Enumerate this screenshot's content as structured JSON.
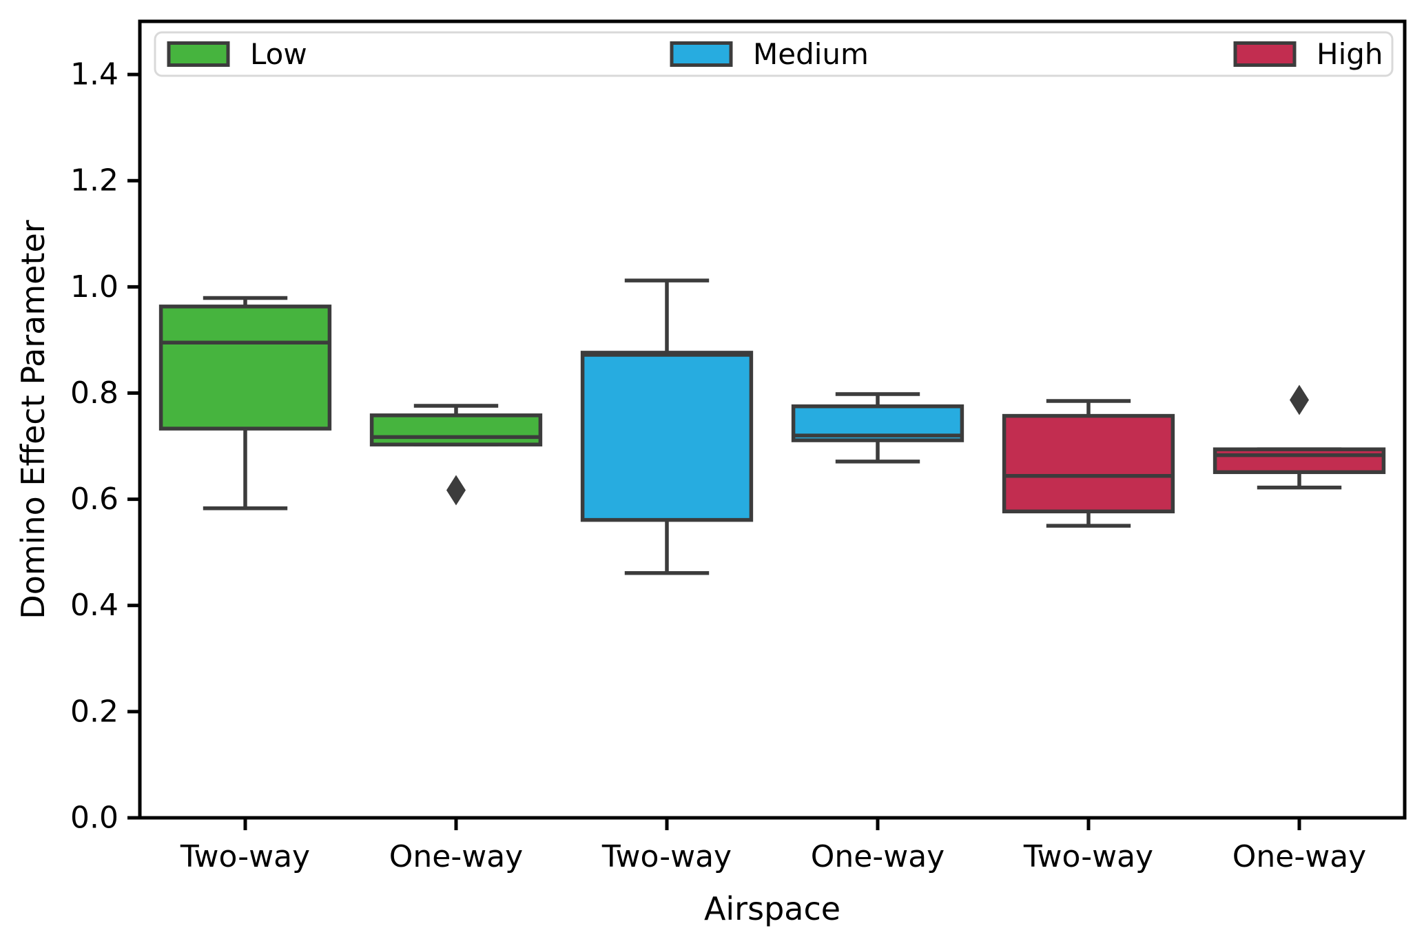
{
  "chart_data": {
    "type": "box",
    "title": "",
    "xlabel": "Airspace",
    "ylabel": "Domino Effect Parameter",
    "ylim": [
      0,
      1.5
    ],
    "yticks": [
      0.0,
      0.2,
      0.4,
      0.6,
      0.8,
      1.0,
      1.2,
      1.4
    ],
    "ytick_labels": [
      "0.0",
      "0.2",
      "0.4",
      "0.6",
      "0.8",
      "1.0",
      "1.2",
      "1.4"
    ],
    "categories": [
      "Two-way",
      "One-way",
      "Two-way",
      "One-way",
      "Two-way",
      "One-way"
    ],
    "grid": false,
    "legend": {
      "position": "top-inside-full-width",
      "entries": [
        {
          "label": "Low",
          "color": "#46b43e"
        },
        {
          "label": "Medium",
          "color": "#27ace0"
        },
        {
          "label": "High",
          "color": "#c22d50"
        }
      ]
    },
    "boxes": [
      {
        "category": "Two-way",
        "group": "Low",
        "color": "#46b43e",
        "whisker_low": 0.583,
        "q1": 0.733,
        "median": 0.895,
        "q3": 0.963,
        "whisker_high": 0.979,
        "outliers": []
      },
      {
        "category": "One-way",
        "group": "Low",
        "color": "#46b43e",
        "whisker_low": 0.703,
        "q1": 0.703,
        "median": 0.717,
        "q3": 0.758,
        "whisker_high": 0.776,
        "outliers": [
          0.617
        ]
      },
      {
        "category": "Two-way",
        "group": "Medium",
        "color": "#27ace0",
        "whisker_low": 0.461,
        "q1": 0.561,
        "median": 0.872,
        "q3": 0.876,
        "whisker_high": 1.012,
        "outliers": []
      },
      {
        "category": "One-way",
        "group": "Medium",
        "color": "#27ace0",
        "whisker_low": 0.671,
        "q1": 0.711,
        "median": 0.72,
        "q3": 0.775,
        "whisker_high": 0.798,
        "outliers": []
      },
      {
        "category": "Two-way",
        "group": "High",
        "color": "#c22d50",
        "whisker_low": 0.55,
        "q1": 0.577,
        "median": 0.644,
        "q3": 0.757,
        "whisker_high": 0.785,
        "outliers": []
      },
      {
        "category": "One-way",
        "group": "High",
        "color": "#c22d50",
        "whisker_low": 0.622,
        "q1": 0.651,
        "median": 0.683,
        "q3": 0.694,
        "whisker_high": 0.694,
        "outliers": [
          0.787
        ]
      }
    ],
    "styles": {
      "box_edge_color": "#3c3c3c",
      "outlier_color": "#3c3c3c",
      "spine_color": "#000000",
      "tick_label_color": "#000000",
      "legend_border_color": "#d9d9d9",
      "background": "#ffffff"
    }
  }
}
